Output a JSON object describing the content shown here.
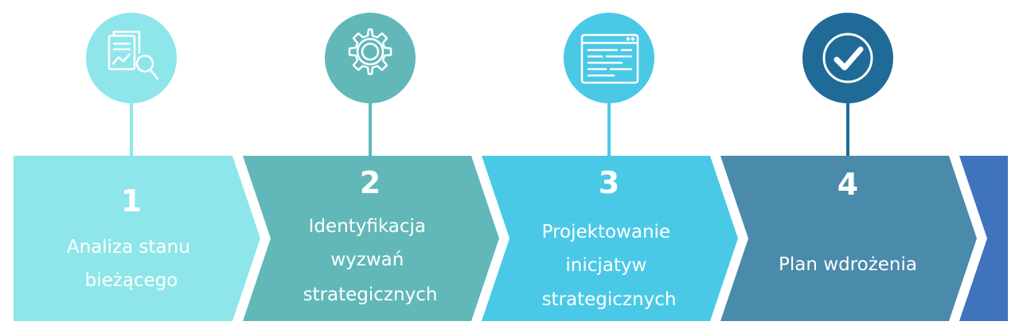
{
  "steps": [
    {
      "number": "1",
      "label_lines": [
        "Analiza stanu",
        "bieżącego"
      ],
      "icon": "document-analysis-icon",
      "band_color": "#8ee6ea",
      "circle_color": "#8ee6ea"
    },
    {
      "number": "2",
      "label_lines": [
        "Identyfikacja",
        "wyzwań",
        "strategicznych"
      ],
      "icon": "gear-icon",
      "band_color": "#62b8b8",
      "circle_color": "#62b8b8"
    },
    {
      "number": "3",
      "label_lines": [
        "Projektowanie",
        "inicjatyw",
        "strategicznych"
      ],
      "icon": "browser-window-icon",
      "band_color": "#4ac9e6",
      "circle_color": "#4ac9e6"
    },
    {
      "number": "4",
      "label_lines": [
        "Plan wdrożenia"
      ],
      "icon": "checkmark-icon",
      "band_color": "#4a8aaa",
      "circle_color": "#1f6a97"
    }
  ],
  "tail_color": "#3f74bd"
}
